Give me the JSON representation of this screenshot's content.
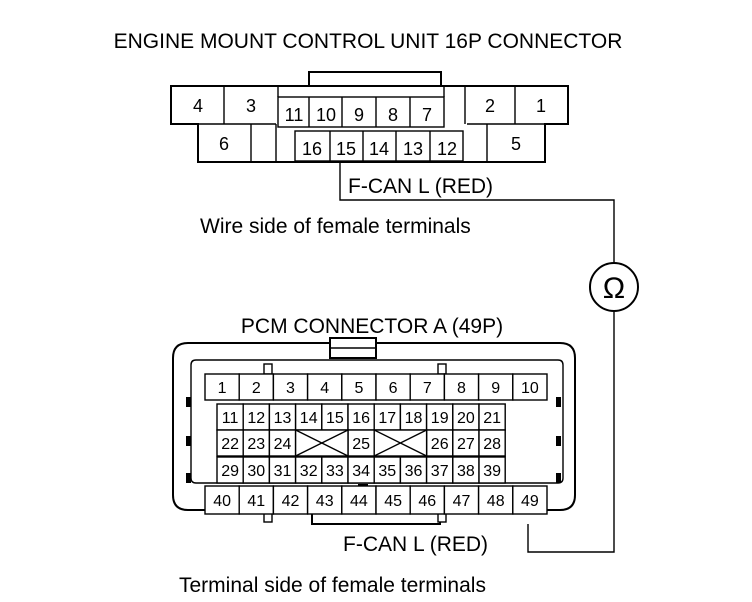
{
  "engine_connector": {
    "title": "ENGINE MOUNT CONTROL UNIT 16P CONNECTOR",
    "top_pins": [
      "4",
      "3",
      "11",
      "10",
      "9",
      "8",
      "7",
      "2",
      "1"
    ],
    "bottom_pins": [
      "6",
      "16",
      "15",
      "14",
      "13",
      "12",
      "5"
    ],
    "wire_label": "F-CAN L (RED)",
    "caption": "Wire side of female terminals"
  },
  "meter": {
    "symbol": "Ω",
    "icon": "ohmmeter-icon"
  },
  "pcm_connector": {
    "title": "PCM CONNECTOR A (49P)",
    "rows": [
      [
        "1",
        "2",
        "3",
        "4",
        "5",
        "6",
        "7",
        "8",
        "9",
        "10"
      ],
      [
        "11",
        "12",
        "13",
        "14",
        "15",
        "16",
        "17",
        "18",
        "19",
        "20",
        "21"
      ],
      [
        "22",
        "23",
        "24",
        "25",
        "26",
        "27",
        "28"
      ],
      [
        "29",
        "30",
        "31",
        "32",
        "33",
        "34",
        "35",
        "36",
        "37",
        "38",
        "39"
      ],
      [
        "40",
        "41",
        "42",
        "43",
        "44",
        "45",
        "46",
        "47",
        "48",
        "49"
      ]
    ],
    "wire_label": "F-CAN L (RED)",
    "caption": "Terminal side of female terminals"
  }
}
